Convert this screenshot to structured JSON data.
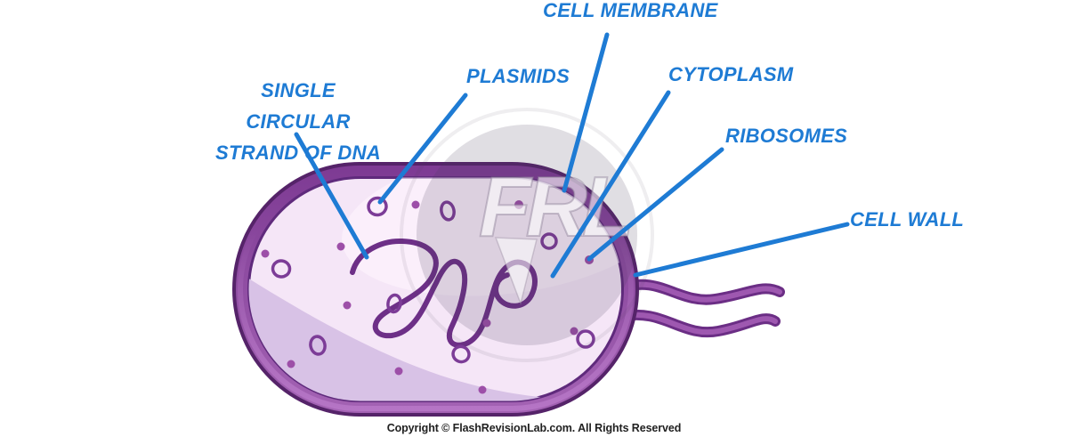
{
  "diagram": {
    "subject": "Bacterium (prokaryotic cell) labelled diagram",
    "labels": {
      "dna_line1": "SINGLE CIRCULAR",
      "dna_line2": "STRAND OF DNA",
      "plasmids": "PLASMIDS",
      "cell_membrane": "CELL MEMBRANE",
      "cytoplasm": "CYTOPLASM",
      "ribosomes": "RIBOSOMES",
      "cell_wall": "CELL WALL"
    }
  },
  "watermark": {
    "text": "FRL"
  },
  "footer": {
    "copyright": "Copyright © FlashRevisionLab.com. All Rights Reserved"
  },
  "colors": {
    "label_blue": "#1e7bd4",
    "leader_line_blue": "#1e7bd4",
    "cell_wall_outline": "#552369",
    "cell_wall_fill_top": "#7d3a93",
    "cell_wall_fill_bottom": "#a463b4",
    "cell_wall_inner_highlight": "#b878c8",
    "membrane_line": "#5f2a7c",
    "cytoplasm_fill": "#f5e6f7",
    "cytoplasm_shadow": "#d8c2e6",
    "cytoplasm_highlight": "#fdf4fd",
    "dna_stroke": "#6d2f87",
    "plasmid_stroke": "#7c3c97",
    "ribosome_fill": "#9d4fa8",
    "flagella_outline": "#6b2e85",
    "flagella_fill": "#9e58b0",
    "watermark_gray": "#4a3e58",
    "copyright_text": "#212121",
    "background": "#ffffff"
  }
}
